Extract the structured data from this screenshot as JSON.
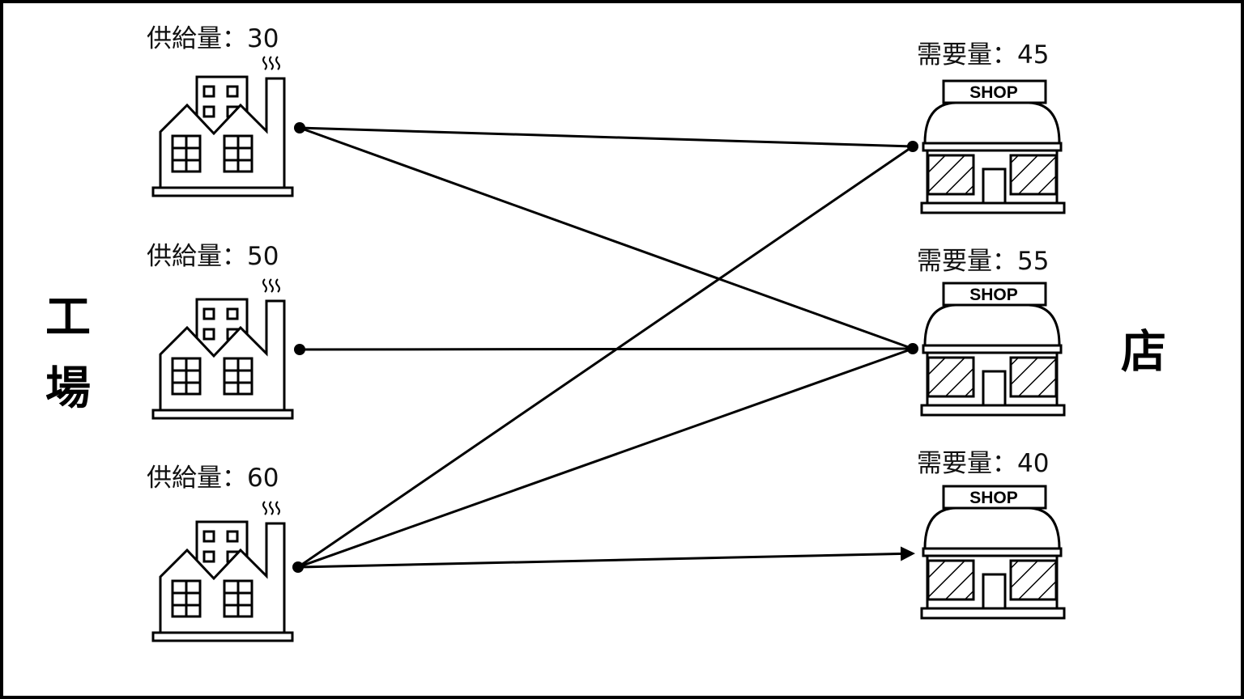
{
  "diagram": {
    "left_title": [
      "工",
      "場"
    ],
    "right_title": "店",
    "factories": [
      {
        "id": "F1",
        "label": "供給量：30",
        "supply": 30
      },
      {
        "id": "F2",
        "label": "供給量：50",
        "supply": 50
      },
      {
        "id": "F3",
        "label": "供給量：60",
        "supply": 60
      }
    ],
    "shops": [
      {
        "id": "S1",
        "label": "需要量：45",
        "demand": 45,
        "sign": "SHOP"
      },
      {
        "id": "S2",
        "label": "需要量：55",
        "demand": 55,
        "sign": "SHOP"
      },
      {
        "id": "S3",
        "label": "需要量：40",
        "demand": 40,
        "sign": "SHOP"
      }
    ],
    "edges": [
      {
        "from": "F1",
        "to": "S1",
        "end": "dot"
      },
      {
        "from": "F1",
        "to": "S2",
        "end": "dot"
      },
      {
        "from": "F2",
        "to": "S2",
        "end": "dot"
      },
      {
        "from": "F3",
        "to": "S1",
        "end": "dot"
      },
      {
        "from": "F3",
        "to": "S2",
        "end": "dot"
      },
      {
        "from": "F3",
        "to": "S3",
        "end": "arrow"
      }
    ],
    "colors": {
      "stroke": "#000000",
      "background": "#ffffff"
    }
  }
}
